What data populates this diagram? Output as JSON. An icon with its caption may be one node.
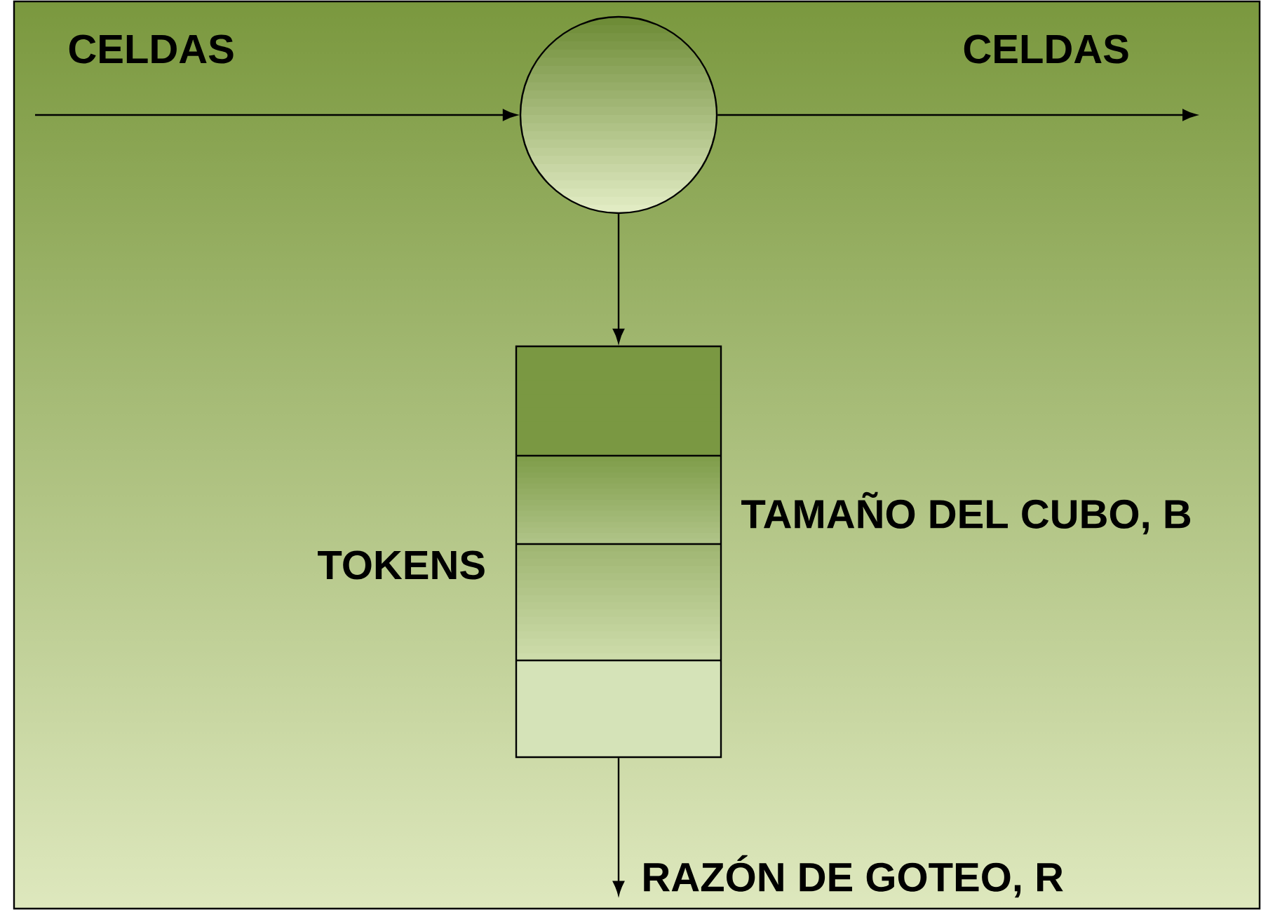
{
  "diagram": {
    "nodes": [
      {
        "text": [],
        "shape": "circle"
      },
      {
        "text": [],
        "shape": "box",
        "beside": [
          "TAMAÑO DEL CUBO, B",
          "TOKENS"
        ]
      },
      {
        "text": [
          "RAZÓN DE GOTEO, R"
        ]
      }
    ],
    "edges": [
      {
        "from": null,
        "to": 0,
        "arrow": "to"
      },
      {
        "from": 0,
        "to": null,
        "arrow": "to"
      },
      {
        "from": 0,
        "to": 1,
        "arrow": "to"
      },
      {
        "from": 1,
        "to": 2,
        "arrow": "to"
      }
    ],
    "labels": [
      "CELDAS",
      "CELDAS"
    ]
  }
}
